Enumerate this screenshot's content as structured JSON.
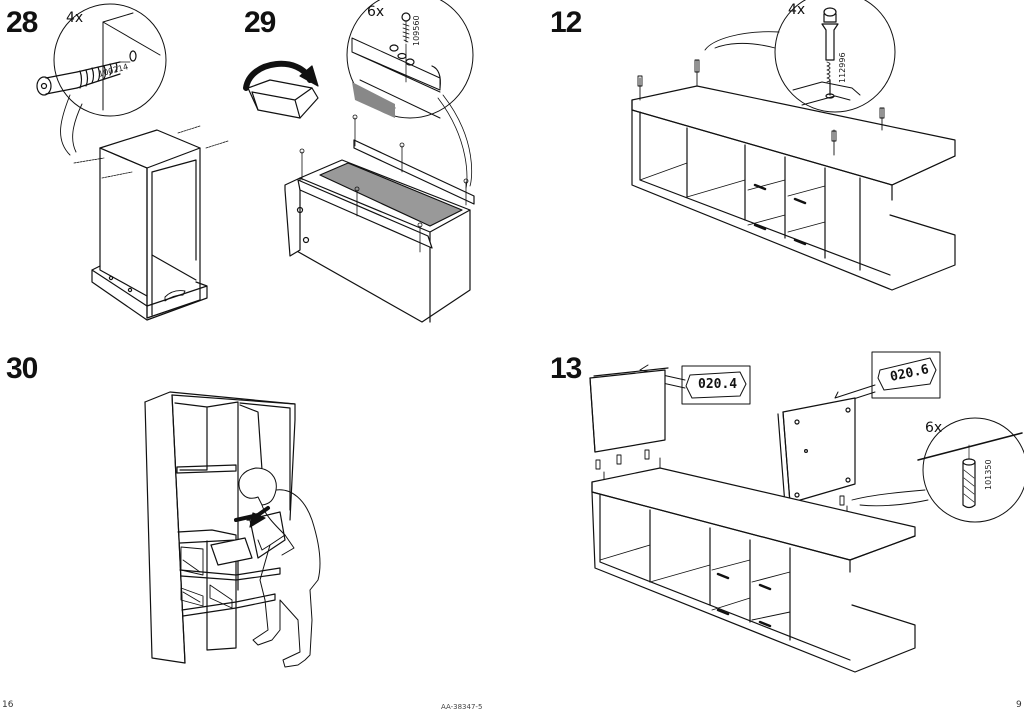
{
  "document": {
    "type": "assembly-instructions",
    "left_page_number": "16",
    "right_page_number": "9",
    "doc_code": "AA-38347-5"
  },
  "steps": [
    {
      "number": "28",
      "quantity": "4x",
      "part_number": "100214",
      "hardware": "cam-bolt-screw"
    },
    {
      "number": "29",
      "quantity": "6x",
      "part_number": "109560",
      "hardware": "wood-screw",
      "action": "flip-over"
    },
    {
      "number": "30",
      "action": "insert-drawers"
    },
    {
      "number": "12",
      "quantity": "4x",
      "part_number": "112996",
      "hardware": "cam-dowel"
    },
    {
      "number": "13",
      "quantity": "6x",
      "part_number": "101350",
      "hardware": "wooden-dowel",
      "panel_labels": [
        "020.4",
        "020.6"
      ]
    }
  ]
}
